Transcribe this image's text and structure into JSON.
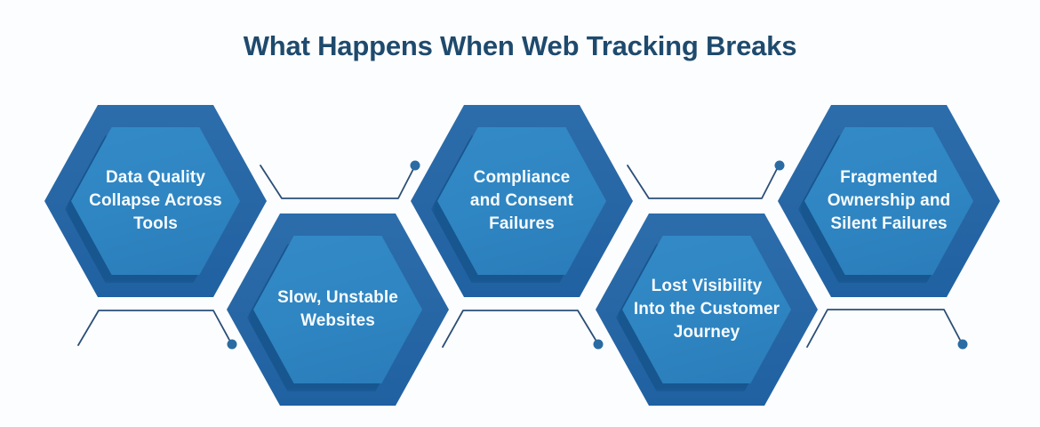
{
  "title": "What Happens When Web Tracking Breaks",
  "hexagons": [
    {
      "label": "Data Quality\nCollapse Across\nTools",
      "row": "top"
    },
    {
      "label": "Slow, Unstable\nWebsites",
      "row": "bottom"
    },
    {
      "label": "Compliance\nand Consent\nFailures",
      "row": "top"
    },
    {
      "label": "Lost Visibility\nInto the Customer\nJourney",
      "row": "bottom"
    },
    {
      "label": "Fragmented\nOwnership and\nSilent Failures",
      "row": "top"
    }
  ],
  "connector_count": "5",
  "colors": {
    "background": "#fcfdfe",
    "title_text": "#1e4a6d",
    "hexagon_outer": "#2766a5",
    "hexagon_inner": "#2e85c1",
    "hexagon_inner_shadow": "#17568f",
    "label_text": "#f7fbfe",
    "connector_line": "#2a4e77",
    "connector_dot": "#2a6ba3"
  }
}
